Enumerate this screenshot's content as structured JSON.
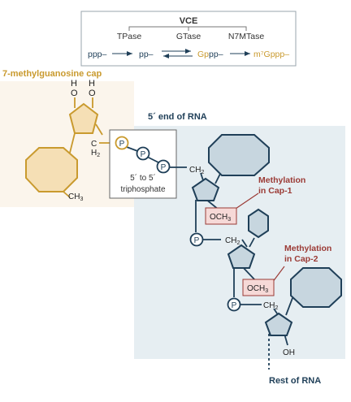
{
  "colors": {
    "navy": "#1f3f58",
    "gold": "#c99a2e",
    "red": "#9b3a35",
    "cap_bg": "#fbf5ec",
    "rna_bg": "#e6eef2",
    "ring_fill": "#c7d6df",
    "cap_ring_fill": "#f5dfb5",
    "och3_fill": "#f6d9d7"
  },
  "enzyme_box": {
    "title": "VCE",
    "enzymes": [
      "TPase",
      "GTase",
      "N7MTase"
    ],
    "reaction": {
      "ppp": "ppp–",
      "pp": "pp–",
      "gppp_gp": "Gp",
      "gppp_pp": "pp–",
      "m7gppp": "m⁷Gppp–"
    }
  },
  "cap": {
    "title": "7-methylguanosine cap",
    "h_left": "H",
    "o_left": "O",
    "h_right": "H",
    "o_right": "O",
    "c": "C",
    "h2": "H",
    "sub2": "2",
    "ch3": "CH",
    "sub3": "3",
    "p": "P"
  },
  "rna": {
    "title": "5´ end of RNA",
    "triphosphate_line1": "5´ to 5´",
    "triphosphate_line2": "triphosphate",
    "p": "P",
    "ch2_c": "CH",
    "sub2": "2",
    "och3": "OCH",
    "sub3": "3",
    "methylation1_line1": "Methylation",
    "methylation1_line2": "in Cap-1",
    "methylation2_line1": "Methylation",
    "methylation2_line2": "in Cap-2",
    "oh": "OH",
    "rest": "Rest of RNA"
  }
}
